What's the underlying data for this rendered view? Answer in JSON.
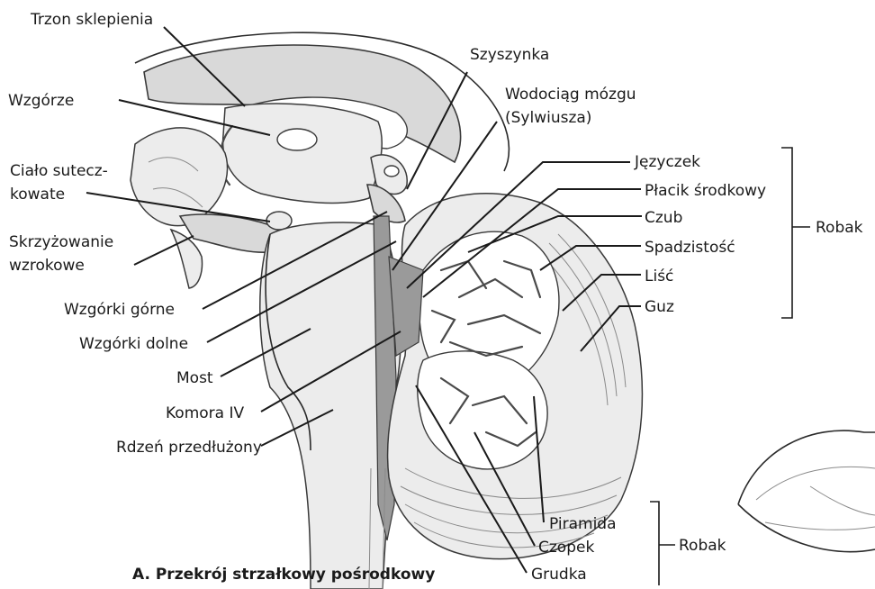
{
  "labels": {
    "trzon_sklepienia": "Trzon sklepienia",
    "wzgorze": "Wzgórze",
    "cialo_sutecz_1": "Ciało sutecz-",
    "cialo_sutecz_2": "kowate",
    "skrzyzowanie_1": "Skrzyżowanie",
    "skrzyzowanie_2": "wzrokowe",
    "wzgorki_gorne": "Wzgórki górne",
    "wzgorki_dolne": "Wzgórki dolne",
    "most": "Most",
    "komora_iv": "Komora IV",
    "rdzen": "Rdzeń przedłużony",
    "szyszynka": "Szyszynka",
    "wodociag_1": "Wodociąg mózgu",
    "wodociag_2": "(Sylwiusza)",
    "jezyczek": "Języczek",
    "placik": "Płacik środkowy",
    "czub": "Czub",
    "spadzistosc": "Spadzistość",
    "lisc": "Liść",
    "guz": "Guz",
    "robak_upper": "Robak",
    "piramida": "Piramida",
    "czopek": "Czopek",
    "grudka": "Grudka",
    "robak_lower": "Robak"
  },
  "caption": "A. Przekrój strzałkowy pośrodkowy",
  "colors": {
    "ink": "#1a1a1a",
    "tissue": "#d9d9d9",
    "white_matter": "#ffffff"
  }
}
